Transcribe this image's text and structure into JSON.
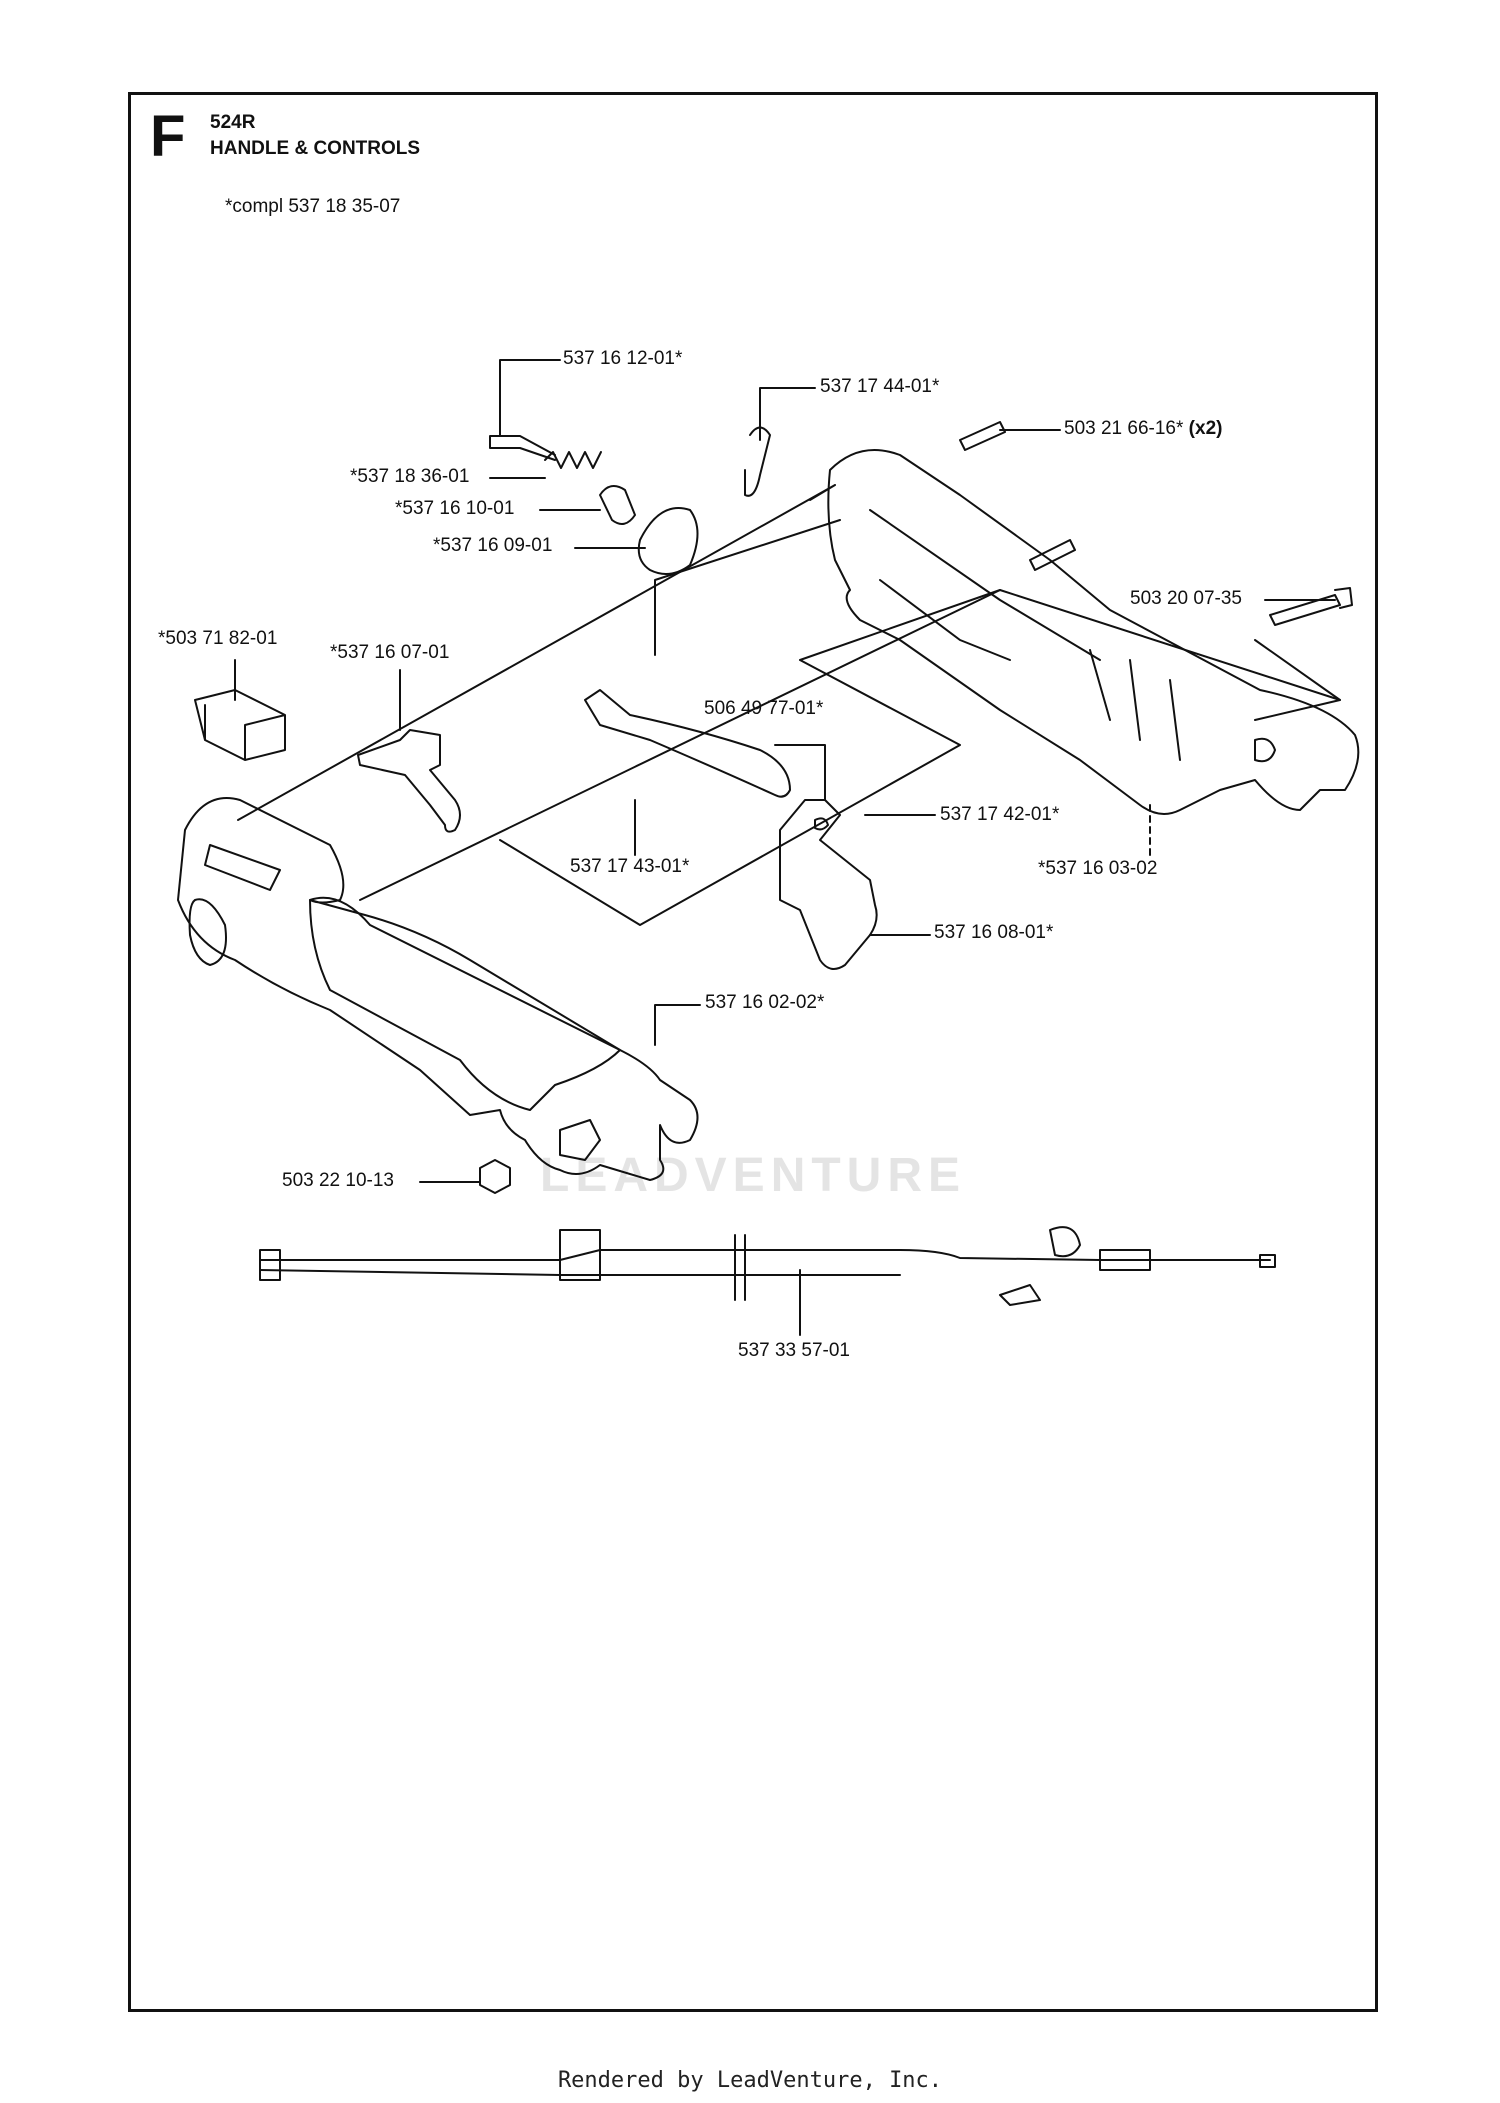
{
  "section": {
    "letter": "F",
    "model": "524R",
    "title": "HANDLE & CONTROLS",
    "compl_note": "*compl 537 18 35-07"
  },
  "parts": [
    {
      "id": "p1",
      "label": "537 16 12-01*"
    },
    {
      "id": "p2",
      "label": "537 17 44-01*"
    },
    {
      "id": "p3",
      "label": "503 21 66-16*",
      "suffix": "(x2)"
    },
    {
      "id": "p4",
      "label": "*537 18 36-01"
    },
    {
      "id": "p5",
      "label": "*537 16 10-01"
    },
    {
      "id": "p6",
      "label": "*537 16 09-01"
    },
    {
      "id": "p7",
      "label": "503 20 07-35"
    },
    {
      "id": "p8",
      "label": "*503 71 82-01"
    },
    {
      "id": "p9",
      "label": "*537 16 07-01"
    },
    {
      "id": "p10",
      "label": "506 49 77-01*"
    },
    {
      "id": "p11",
      "label": "537 17 42-01*"
    },
    {
      "id": "p12",
      "label": "537 17 43-01*"
    },
    {
      "id": "p13",
      "label": "*537 16 03-02"
    },
    {
      "id": "p14",
      "label": "537 16 08-01*"
    },
    {
      "id": "p15",
      "label": "537 16 02-02*"
    },
    {
      "id": "p16",
      "label": "503 22 10-13"
    },
    {
      "id": "p17",
      "label": "537 33 57-01"
    }
  ],
  "watermark": "LEADVENTURE",
  "footer": "Rendered by LeadVenture, Inc."
}
